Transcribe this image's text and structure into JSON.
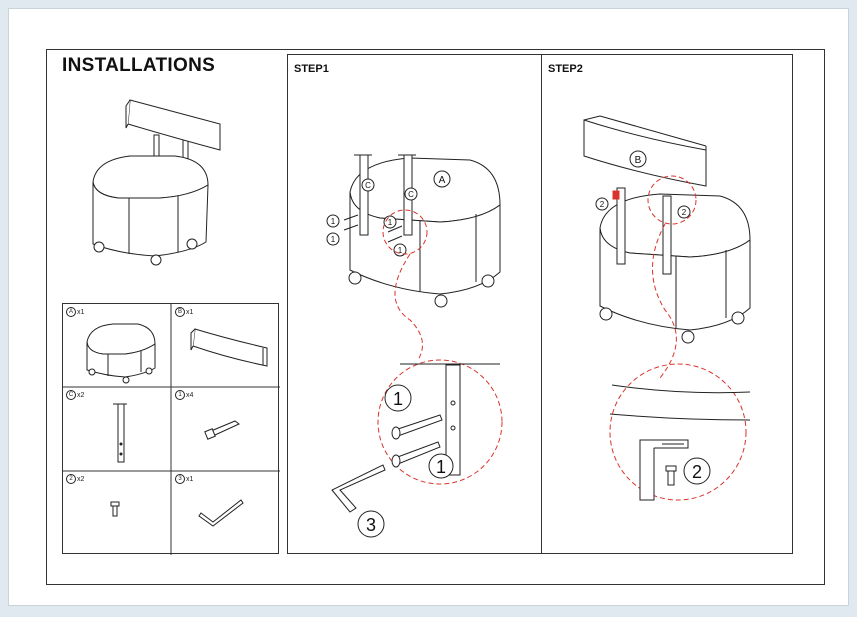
{
  "document": {
    "title": "INSTALLATIONS",
    "steps": [
      {
        "label": "STEP1"
      },
      {
        "label": "STEP2"
      }
    ],
    "parts": [
      {
        "id": "A",
        "qty": "x1",
        "name": "seat-base"
      },
      {
        "id": "B",
        "qty": "x1",
        "name": "backrest"
      },
      {
        "id": "C",
        "qty": "x2",
        "name": "bracket"
      },
      {
        "id": "1",
        "qty": "x4",
        "name": "bolt"
      },
      {
        "id": "2",
        "qty": "x2",
        "name": "screw"
      },
      {
        "id": "3",
        "qty": "x1",
        "name": "allen-key"
      }
    ],
    "callouts": {
      "step1": {
        "part_a": "A",
        "bracket_c": "C",
        "bolt": "1",
        "key": "3"
      },
      "step2": {
        "part_b": "B",
        "screw": "2"
      }
    },
    "colors": {
      "line": "#222222",
      "accent": "#d9342b",
      "background": "#dfe9ef"
    }
  }
}
